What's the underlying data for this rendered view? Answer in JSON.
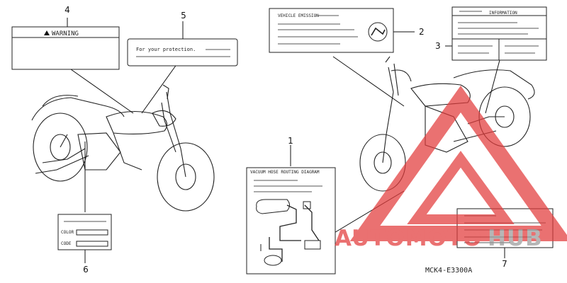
{
  "labels": {
    "warning": "WARNING",
    "protection": "For your protection.",
    "emission": "VEHICLE EMISSION",
    "information": "INFORMATION",
    "vacuum": "VACUUM HOSE ROUTING DIAGRAM",
    "color": "COLOR",
    "code": "CODE"
  },
  "callouts": [
    "1",
    "2",
    "3",
    "4",
    "5",
    "6",
    "7"
  ],
  "part_code": "MCK4-E3300A",
  "watermark": {
    "text_red": "AUTOMOTO",
    "text_gray": "HUB",
    "red": "#e23b3b",
    "orange": "#f0a040",
    "gray": "#9a9a9a"
  }
}
